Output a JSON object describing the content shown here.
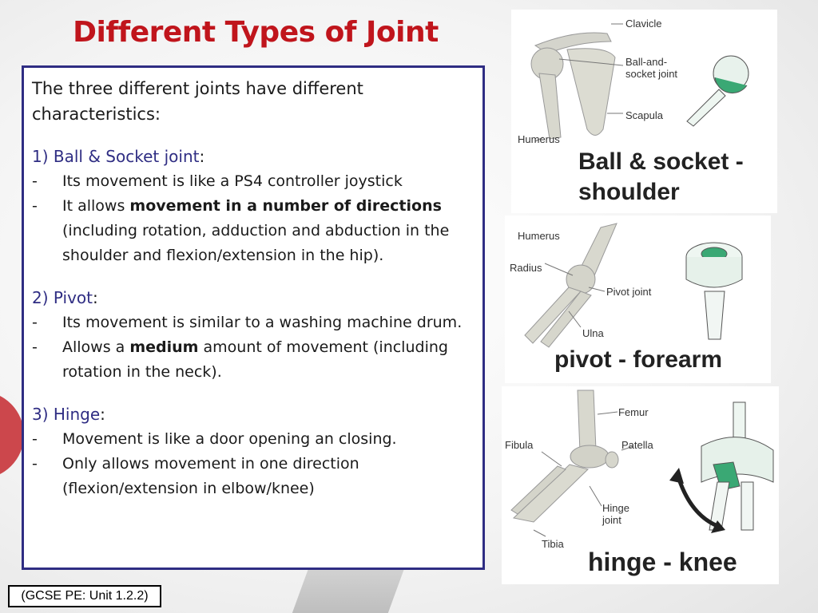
{
  "title": "Different Types of Joint",
  "intro": "The three different joints have different characteristics:",
  "sections": [
    {
      "number": "1)",
      "name": "Ball & Socket joint",
      "bullets": [
        "Its movement is like a PS4 controller joystick",
        "It allows movement in a number of directions (including rotation, adduction and abduction in the shoulder and flexion/extension in the hip)."
      ]
    },
    {
      "number": "2)",
      "name": "Pivot",
      "bullets": [
        "Its movement is similar to a washing machine drum.",
        "Allows a medium amount of movement (including rotation in the neck)."
      ]
    },
    {
      "number": "3)",
      "name": "Hinge",
      "bullets": [
        "Movement is like a door opening an closing.",
        "Only allows movement in one direction (flexion/extension in elbow/knee)"
      ]
    }
  ],
  "bold_phrases": {
    "ball_socket": "movement in a number of directions",
    "pivot": "medium"
  },
  "reference": "(GCSE PE: Unit 1.2.2)",
  "images": {
    "ball_socket": {
      "caption": "Ball & socket - shoulder",
      "labels": [
        "Clavicle",
        "Ball-and-socket joint",
        "Scapula",
        "Humerus"
      ]
    },
    "pivot": {
      "caption": "pivot - forearm",
      "labels": [
        "Humerus",
        "Radius",
        "Pivot joint",
        "Ulna"
      ]
    },
    "hinge": {
      "caption": "hinge - knee",
      "labels": [
        "Femur",
        "Fibula",
        "Patella",
        "Hinge joint",
        "Tibia"
      ]
    }
  },
  "colors": {
    "title": "#c0151c",
    "heading": "#2f2d83",
    "border": "#2f2d83",
    "joint_green": "#3aa874"
  }
}
